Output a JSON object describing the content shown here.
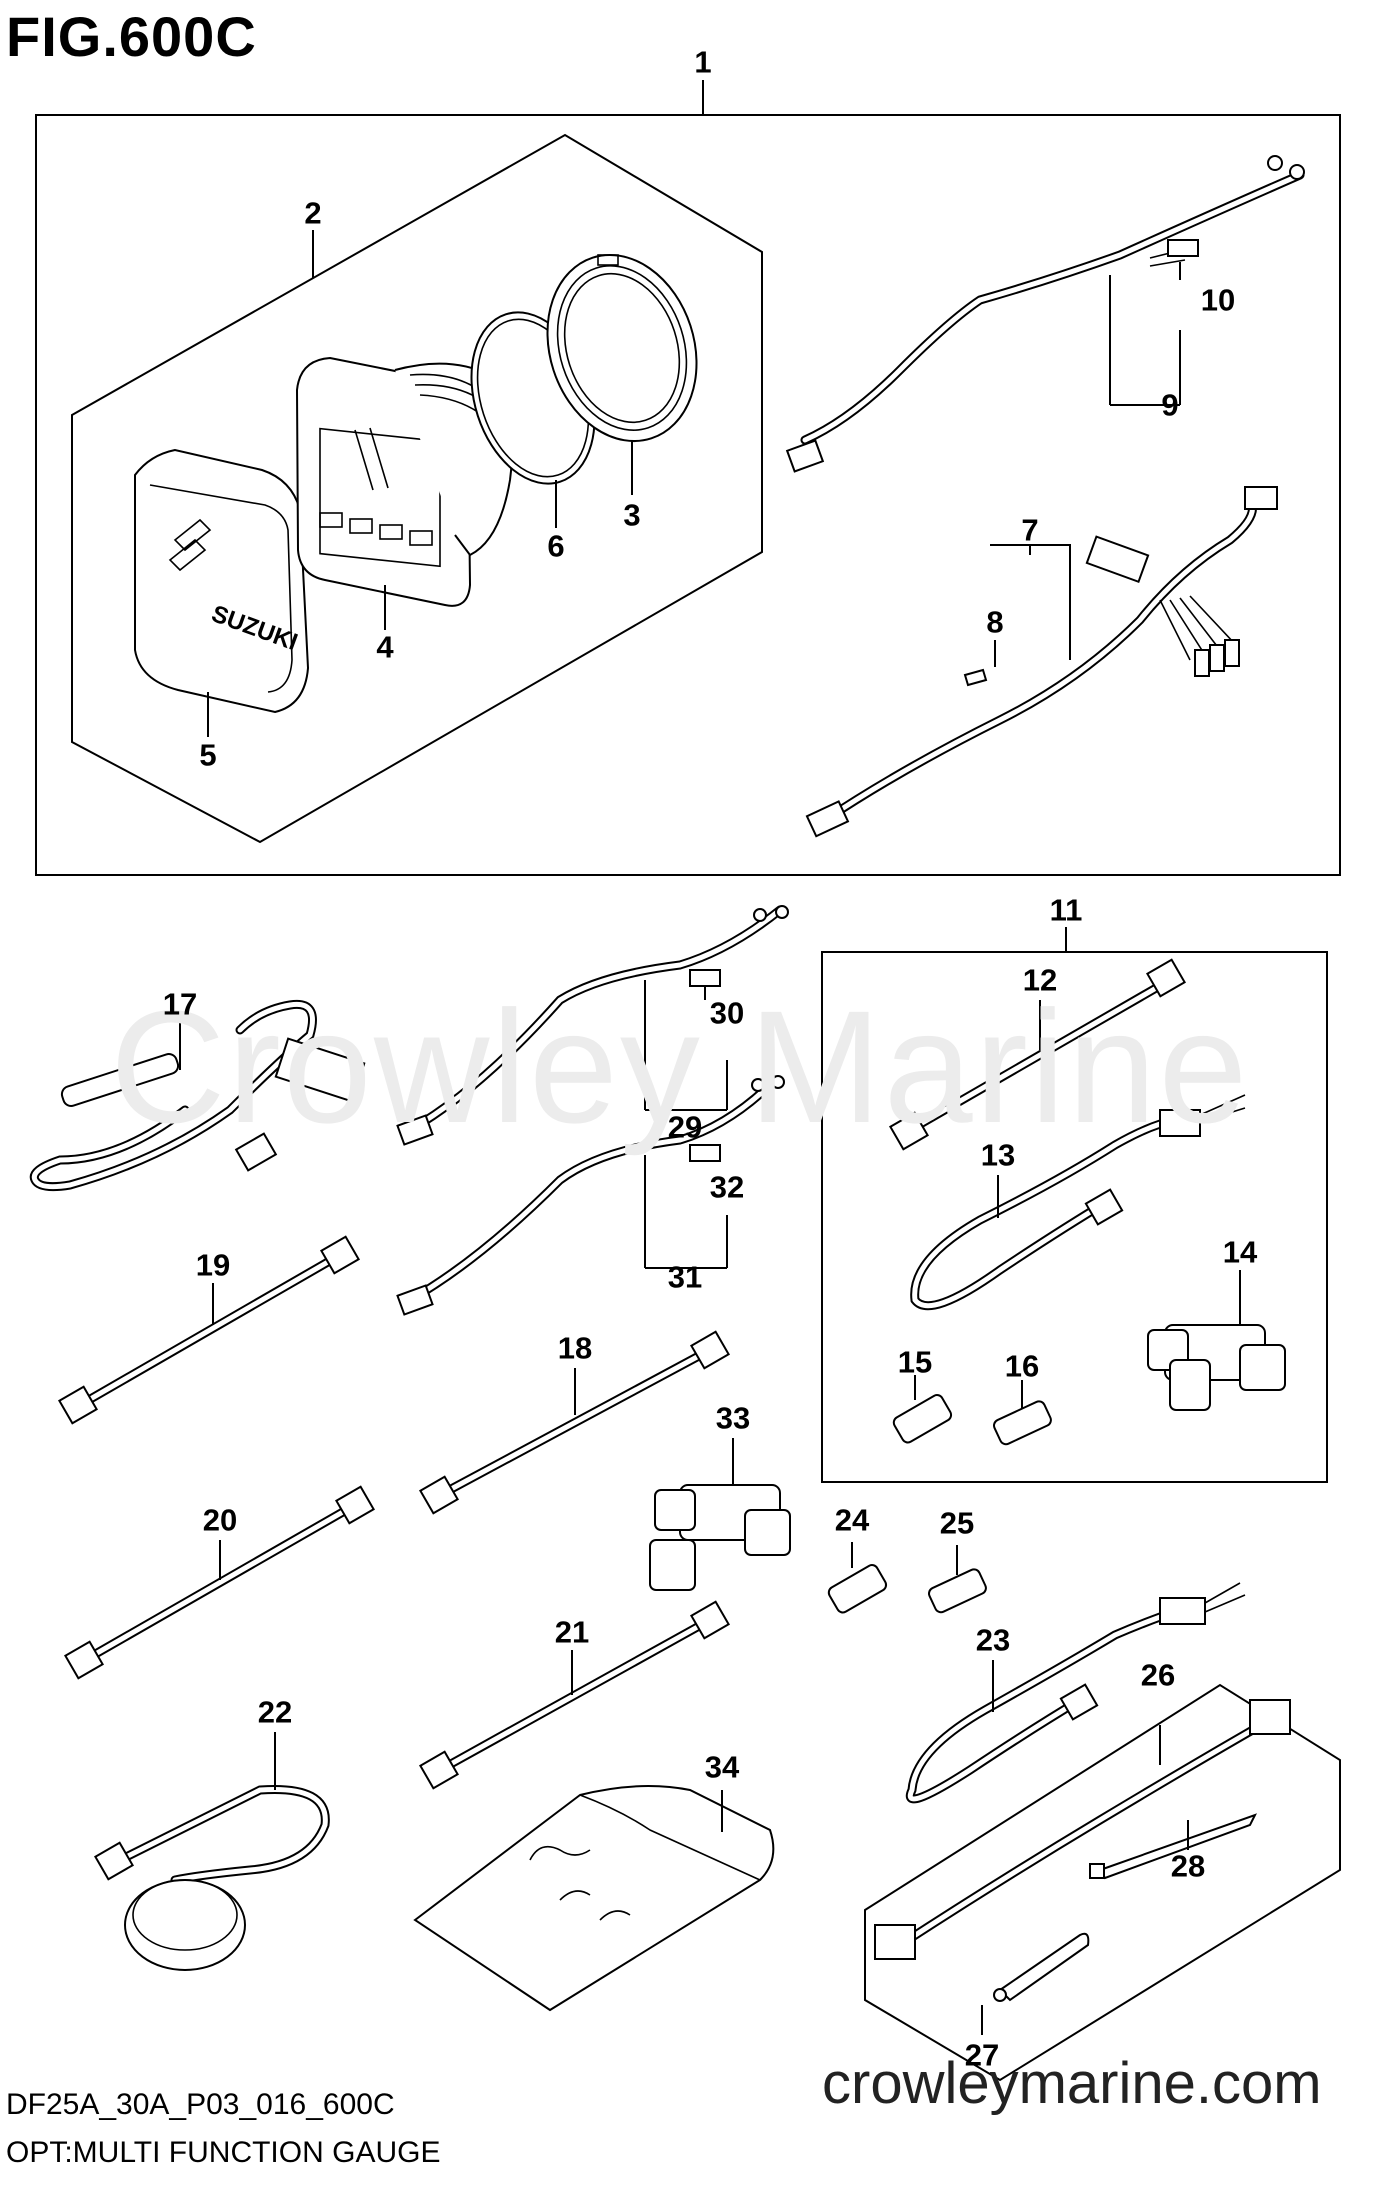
{
  "figure": {
    "title": "FIG.600C",
    "watermark": "Crowley Marine",
    "site": "crowleymarine.com",
    "code": "DF25A_30A_P03_016_600C",
    "caption": "OPT:MULTI FUNCTION GAUGE"
  },
  "gauge_brand": "SUZUKI",
  "callouts": [
    {
      "id": "c1",
      "label": "1"
    },
    {
      "id": "c2",
      "label": "2"
    },
    {
      "id": "c3",
      "label": "3"
    },
    {
      "id": "c4",
      "label": "4"
    },
    {
      "id": "c5",
      "label": "5"
    },
    {
      "id": "c6",
      "label": "6"
    },
    {
      "id": "c7",
      "label": "7"
    },
    {
      "id": "c8",
      "label": "8"
    },
    {
      "id": "c9",
      "label": "9"
    },
    {
      "id": "c10",
      "label": "10"
    },
    {
      "id": "c11",
      "label": "11"
    },
    {
      "id": "c12",
      "label": "12"
    },
    {
      "id": "c13",
      "label": "13"
    },
    {
      "id": "c14",
      "label": "14"
    },
    {
      "id": "c15",
      "label": "15"
    },
    {
      "id": "c16",
      "label": "16"
    },
    {
      "id": "c17",
      "label": "17"
    },
    {
      "id": "c18",
      "label": "18"
    },
    {
      "id": "c19",
      "label": "19"
    },
    {
      "id": "c20",
      "label": "20"
    },
    {
      "id": "c21",
      "label": "21"
    },
    {
      "id": "c22",
      "label": "22"
    },
    {
      "id": "c23",
      "label": "23"
    },
    {
      "id": "c24",
      "label": "24"
    },
    {
      "id": "c25",
      "label": "25"
    },
    {
      "id": "c26",
      "label": "26"
    },
    {
      "id": "c27",
      "label": "27"
    },
    {
      "id": "c28",
      "label": "28"
    },
    {
      "id": "c29",
      "label": "29"
    },
    {
      "id": "c30",
      "label": "30"
    },
    {
      "id": "c31",
      "label": "31"
    },
    {
      "id": "c32",
      "label": "32"
    },
    {
      "id": "c33",
      "label": "33"
    },
    {
      "id": "c34",
      "label": "34"
    }
  ]
}
